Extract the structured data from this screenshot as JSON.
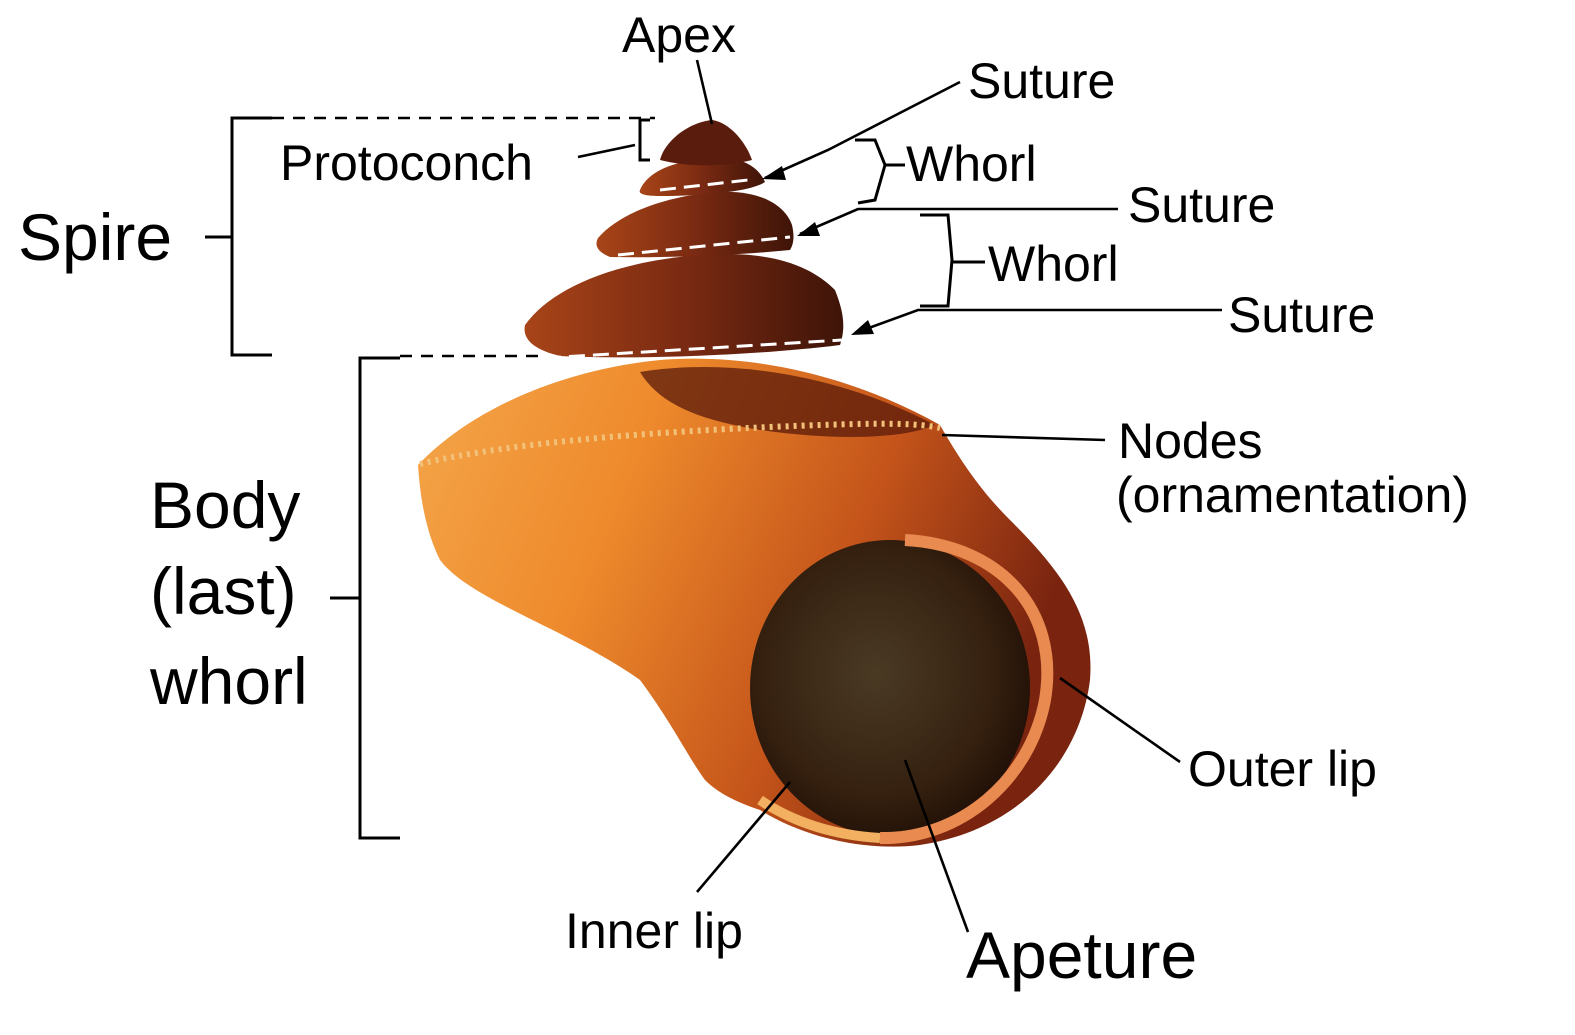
{
  "labels": {
    "apex": "Apex",
    "suture_1": "Suture",
    "protoconch": "Protoconch",
    "whorl_1": "Whorl",
    "spire": "Spire",
    "suture_2": "Suture",
    "whorl_2": "Whorl",
    "suture_3": "Suture",
    "nodes": "Nodes",
    "nodes_note": "(ornamentation)",
    "body_line1": "Body",
    "body_line2": "(last)",
    "body_line3": "whorl",
    "outer_lip": "Outer lip",
    "inner_lip": "Inner lip",
    "aperture": "Apeture"
  },
  "colors": {
    "shell_light": "#f7a040",
    "shell_mid": "#d9641a",
    "shell_dark": "#5a160a",
    "aperture": "#3a2418",
    "background": "#ffffff"
  }
}
